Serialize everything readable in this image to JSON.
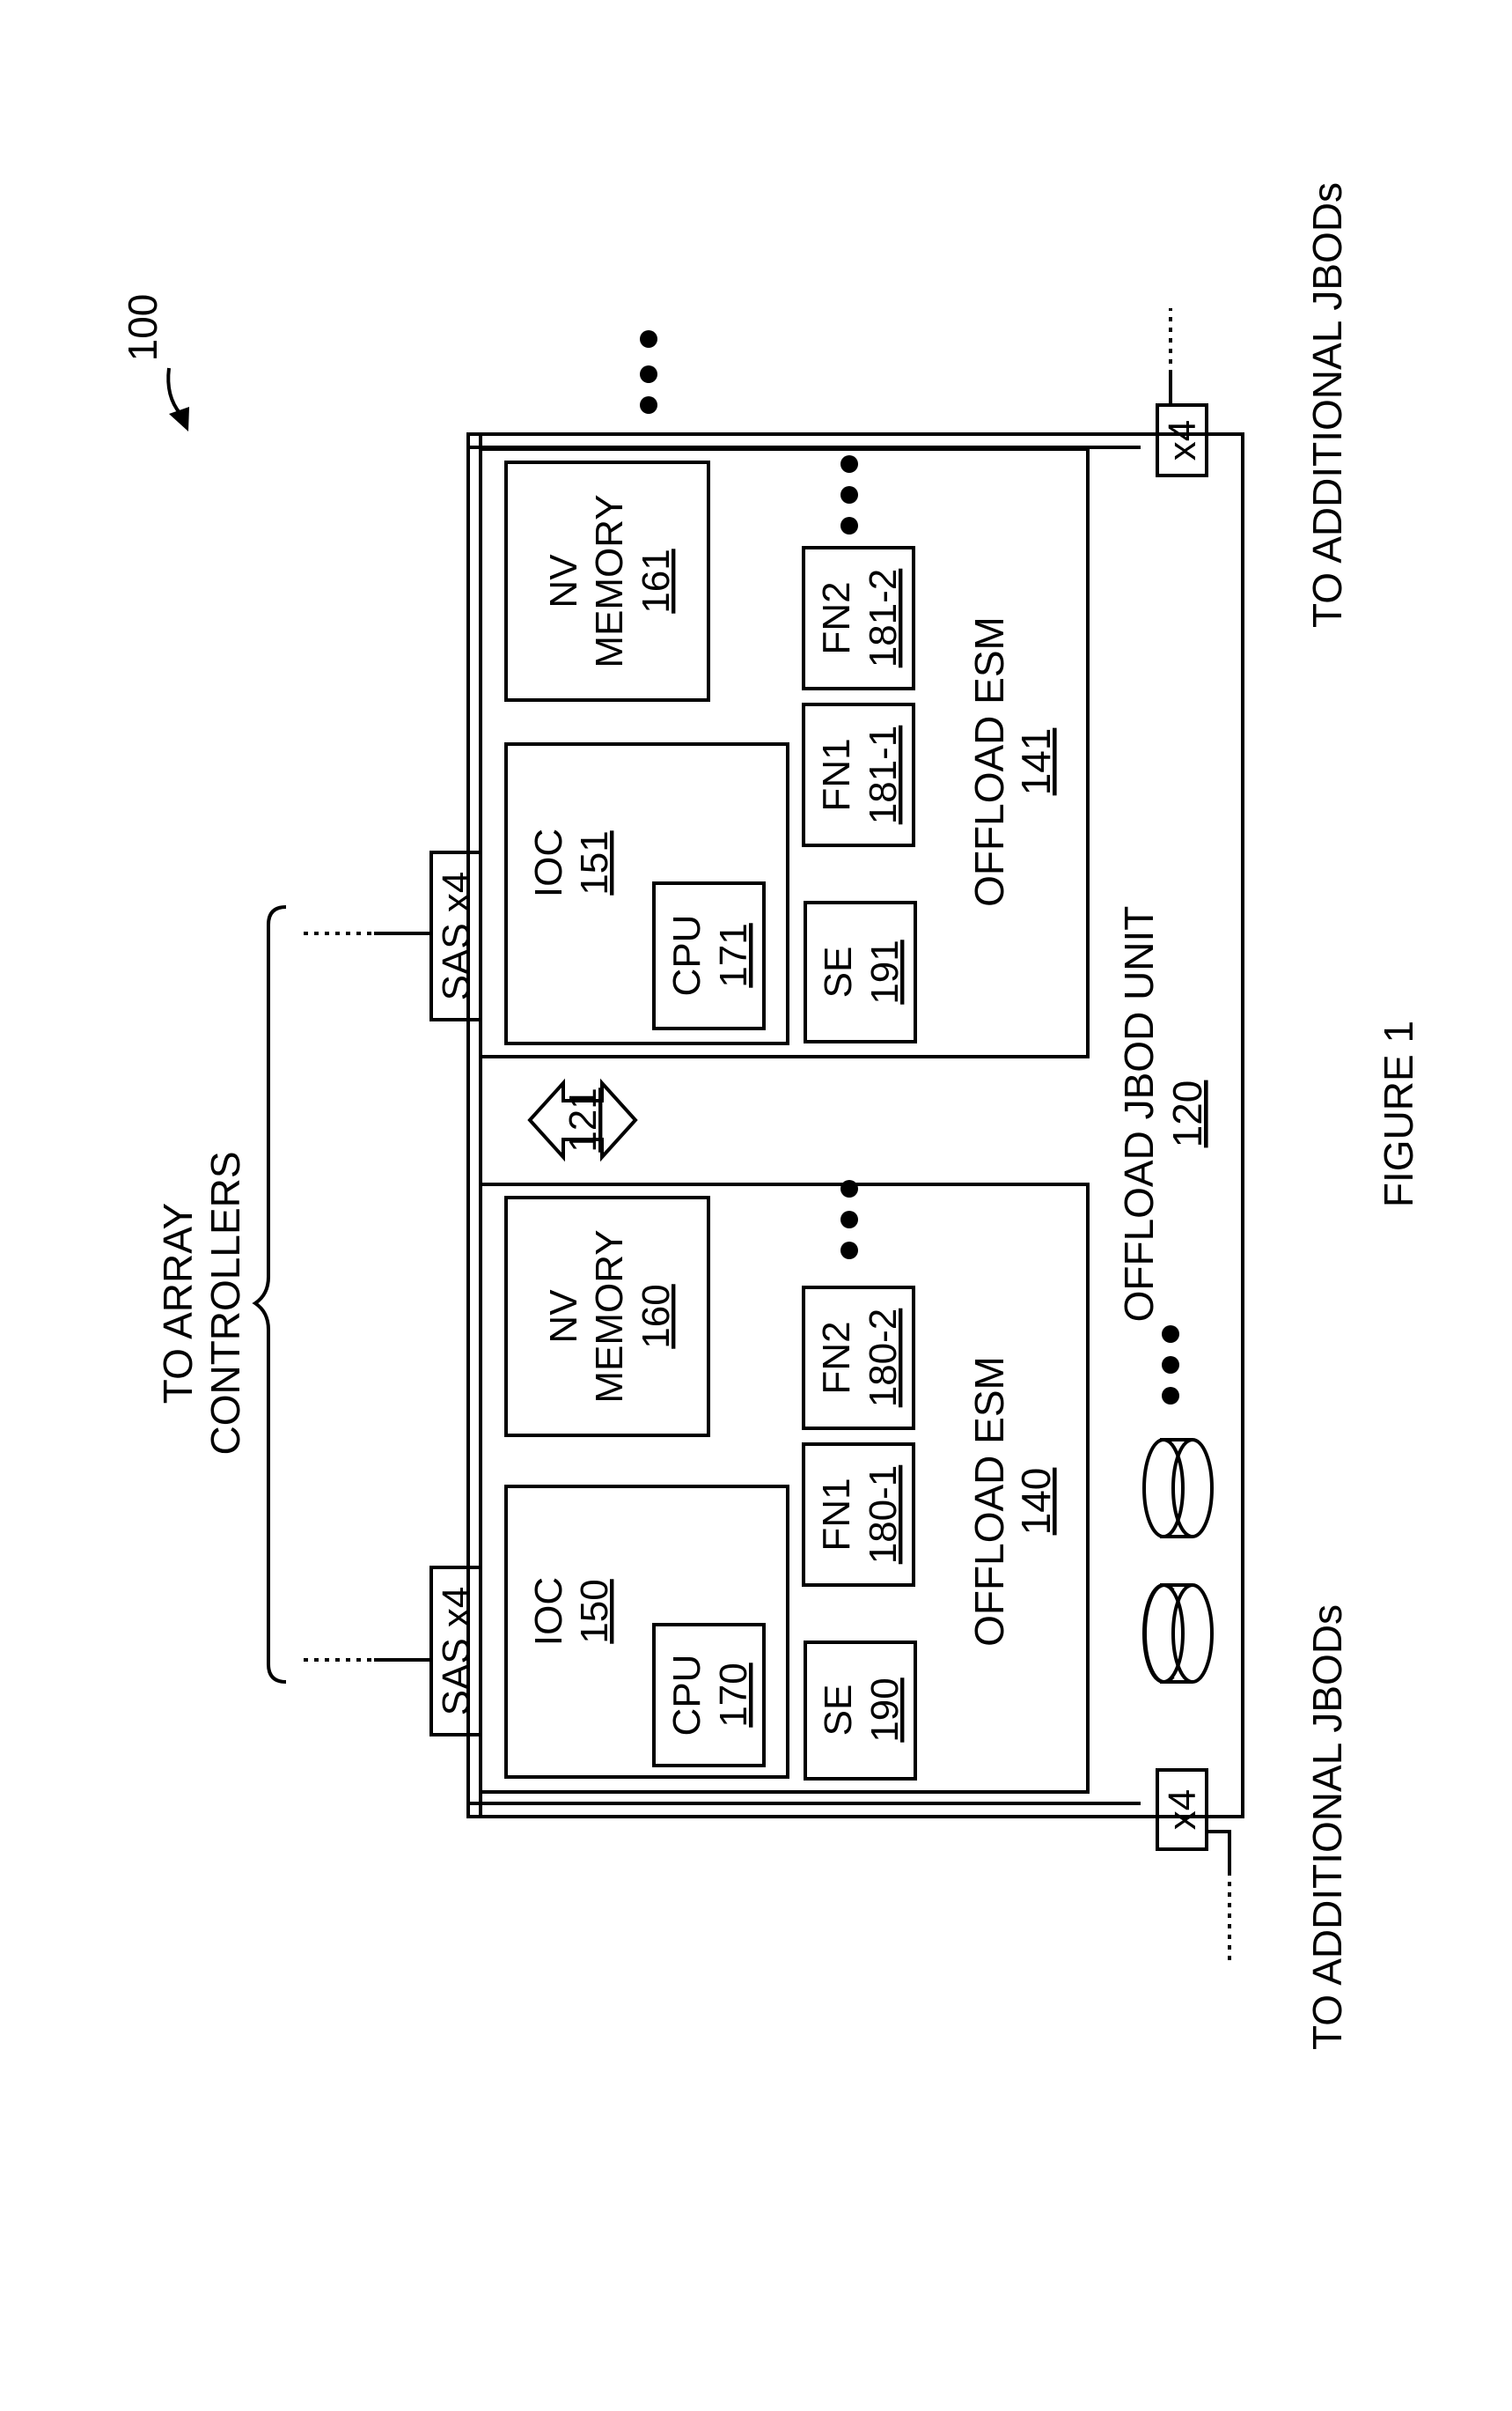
{
  "figure": {
    "ref_number": "100",
    "caption": "FIGURE 1"
  },
  "external": {
    "array_controllers_line1": "TO ARRAY",
    "array_controllers_line2": "CONTROLLERS",
    "additional_jbods_left": "TO ADDITIONAL JBODs",
    "additional_jbods_right": "TO ADDITIONAL JBODs"
  },
  "jbod_unit": {
    "label": "OFFLOAD JBOD UNIT",
    "number": "120",
    "interconnect_number": "121",
    "expansion_port_left": "x4",
    "expansion_port_right": "x4"
  },
  "esm_left": {
    "label": "OFFLOAD ESM",
    "number": "140",
    "sas_port": "SAS x4",
    "ioc_label": "IOC",
    "ioc_number": "150",
    "cpu_label": "CPU",
    "cpu_number": "170",
    "se_label": "SE",
    "se_number": "190",
    "fn1_label": "FN1",
    "fn1_number": "180-1",
    "fn2_label": "FN2",
    "fn2_number": "180-2",
    "nv_line1": "NV",
    "nv_line2": "MEMORY",
    "nv_number": "160"
  },
  "esm_right": {
    "label": "OFFLOAD ESM",
    "number": "141",
    "sas_port": "SAS x4",
    "ioc_label": "IOC",
    "ioc_number": "151",
    "cpu_label": "CPU",
    "cpu_number": "171",
    "se_label": "SE",
    "se_number": "191",
    "fn1_label": "FN1",
    "fn1_number": "181-1",
    "fn2_label": "FN2",
    "fn2_number": "181-2",
    "nv_line1": "NV",
    "nv_line2": "MEMORY",
    "nv_number": "161"
  },
  "icons": [
    "ellipsis-icon",
    "disk-drive-icon",
    "bidirectional-arrow-icon",
    "reference-arrow-icon",
    "brace-icon"
  ]
}
